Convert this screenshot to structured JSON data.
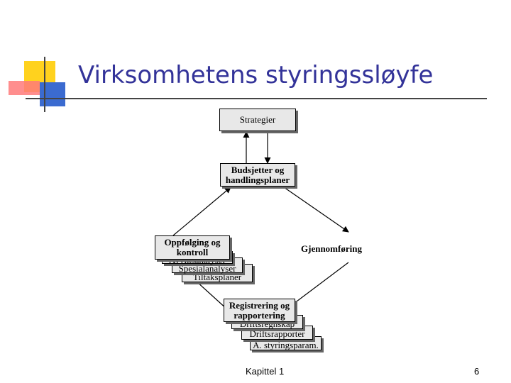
{
  "title": "Virksomhetens styringssløyfe",
  "nodes": {
    "strategier": "Strategier",
    "budsjetter": [
      "Budsjetter og",
      "handlingsplaner"
    ],
    "gjennomforing": "Gjennomføring",
    "oppfolging": [
      "Oppfølging og",
      "kontroll"
    ],
    "oppfolging_stack": [
      "Avviksanalyser",
      "Spesialanalyser",
      "Tiltaksplaner"
    ],
    "registrering": [
      "Registrering og",
      "rapportering"
    ],
    "registrering_stack": [
      "Driftsregnskap",
      "Driftsrapporter",
      "A. styringsparam."
    ]
  },
  "footer": {
    "chapter": "Kapittel 1",
    "page": "6"
  },
  "colors": {
    "title": "#333399",
    "box_fill": "#e8e8e8",
    "deco_yellow": "#ffcc00",
    "deco_red": "#ff6666",
    "deco_blue": "#3366cc"
  }
}
